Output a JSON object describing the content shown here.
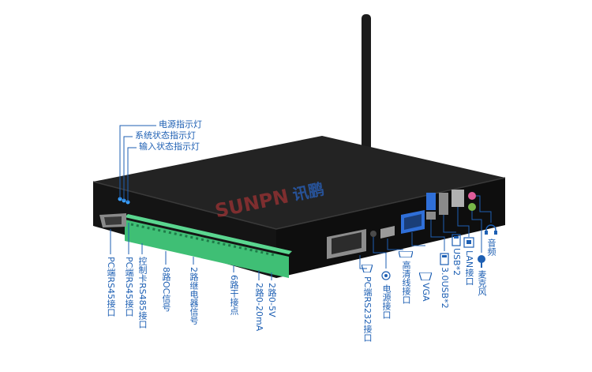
{
  "brand": {
    "logo_text": "SUNPN",
    "logo_cn": "讯鹏"
  },
  "colors": {
    "label": "#1d5fb3",
    "device_body": "#151515",
    "terminal_green": "#3fbf75",
    "port_blue": "#2f6fd8"
  },
  "callouts_top": [
    {
      "text": "电源指示灯"
    },
    {
      "text": "系统状态指示灯"
    },
    {
      "text": "输入状态指示灯"
    }
  ],
  "callouts_bottom": [
    {
      "text": "PC端RS45接口"
    },
    {
      "text": "PC端RS45接口"
    },
    {
      "text": "控制卡RS485接口"
    },
    {
      "text": "8路OC信号"
    },
    {
      "text": "2路继电器信号"
    },
    {
      "text": "6路干接点"
    },
    {
      "text": "2路0-20mA"
    },
    {
      "text": "2路0-5V"
    },
    {
      "text": "PC端RS232接口",
      "icon": "serial-port-icon"
    },
    {
      "text": "电源接口",
      "icon": "power-jack-icon"
    },
    {
      "text": "高清线接口",
      "icon": "hdmi-icon"
    },
    {
      "text": "VGA",
      "icon": "vga-icon"
    },
    {
      "text": "3.0USB*2",
      "icon": "usb-icon"
    },
    {
      "text": "USB*2",
      "icon": "usb-icon"
    },
    {
      "text": "LAN接口",
      "icon": "lan-icon"
    },
    {
      "text": "麦克风",
      "icon": "microphone-icon"
    },
    {
      "text": "音频",
      "icon": "headphone-icon"
    }
  ]
}
